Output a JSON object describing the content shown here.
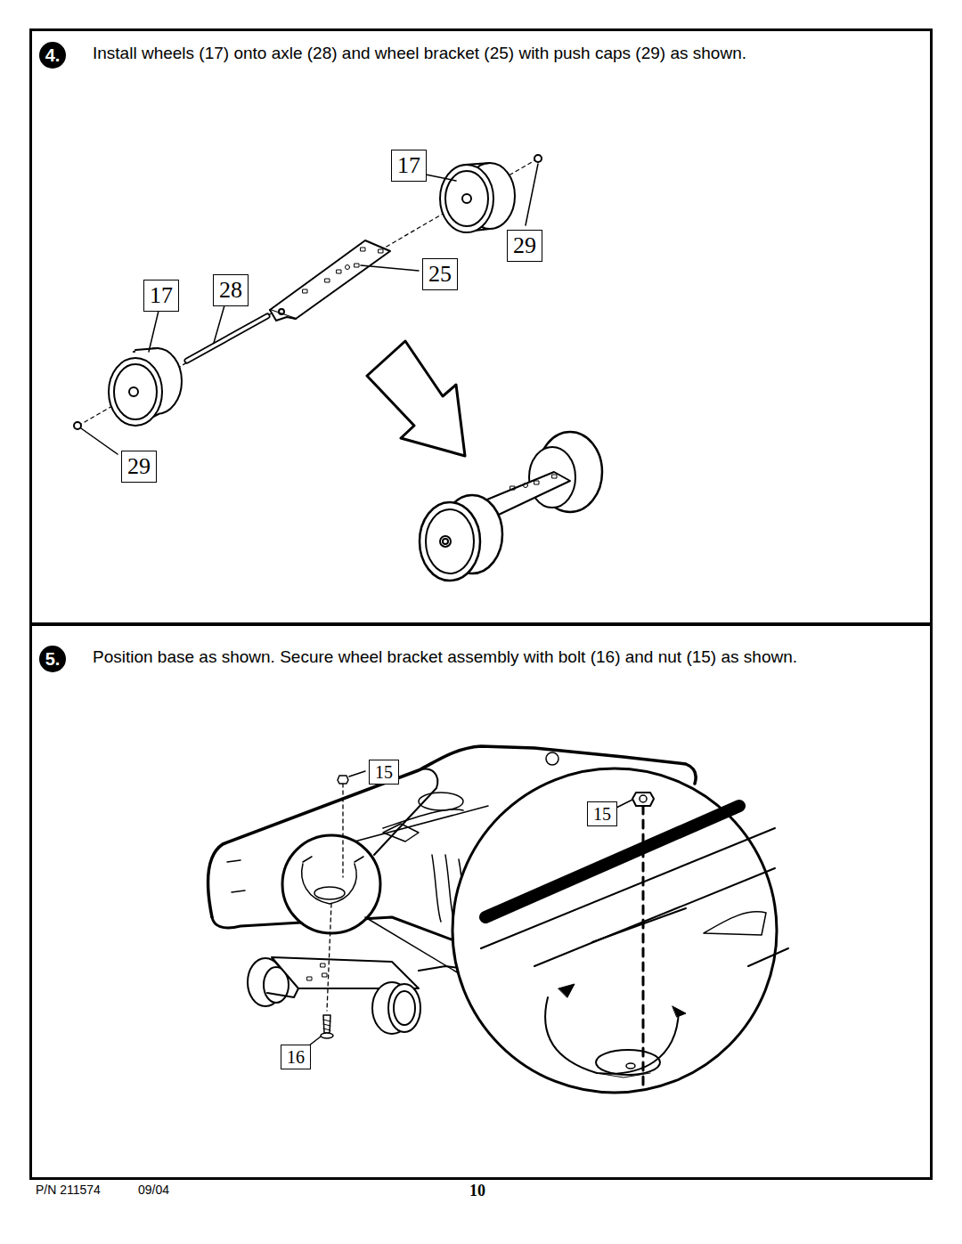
{
  "diagram": {
    "nodes": [
      {
        "text": [
          "Install wheels (17) onto axle (28) and wheel bracket (25) with push caps (29) as shown."
        ]
      },
      {
        "text": [
          "4."
        ],
        "in": 0
      },
      {
        "text": [
          "17"
        ],
        "in": 0
      },
      {
        "text": [
          "29"
        ],
        "in": 0
      },
      {
        "text": [
          "25"
        ],
        "in": 0
      },
      {
        "text": [
          "17"
        ],
        "in": 0
      },
      {
        "text": [
          "28"
        ],
        "in": 0
      },
      {
        "text": [
          "29"
        ],
        "in": 0
      },
      {
        "text": [
          "Position base as shown. Secure wheel bracket assembly with bolt (16) and nut (15) as shown."
        ]
      },
      {
        "text": [
          "5."
        ],
        "in": 8
      },
      {
        "text": [
          "15"
        ],
        "in": 8
      },
      {
        "text": [
          "15"
        ],
        "in": 8
      },
      {
        "text": [
          "16"
        ],
        "in": 8
      }
    ],
    "edges": [],
    "labels": [
      "P/N 211574",
      "09/04",
      "10"
    ]
  }
}
